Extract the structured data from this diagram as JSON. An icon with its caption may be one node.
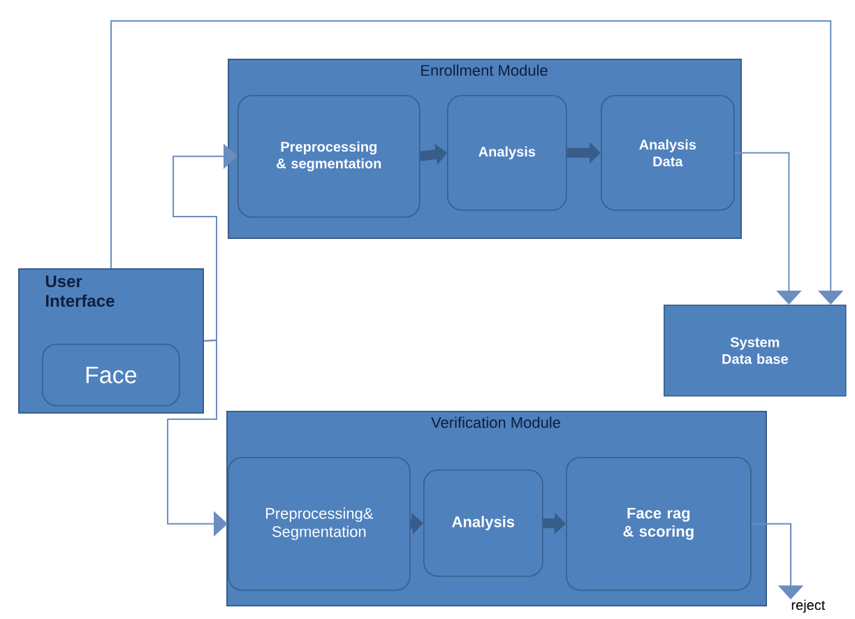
{
  "diagram": {
    "nodes": [
      {
        "text": [
          "User Interface"
        ]
      },
      {
        "text": [
          "Face"
        ],
        "in": 0
      },
      {
        "text": [
          "Enrollment Module"
        ]
      },
      {
        "text": [
          "Preprocessing & segmentation"
        ],
        "in": 2
      },
      {
        "text": [
          "Analysis"
        ],
        "in": 2
      },
      {
        "text": [
          "Analysis Data"
        ],
        "in": 2
      },
      {
        "text": [
          "System Data base"
        ]
      },
      {
        "text": [
          "Verification Module"
        ]
      },
      {
        "text": [
          "Preprocessing& Segmentation"
        ],
        "in": 7
      },
      {
        "text": [
          "Analysis"
        ],
        "in": 7
      },
      {
        "text": [
          "Face rag & scoring"
        ],
        "in": 7
      },
      {
        "text": [
          "reject"
        ]
      }
    ],
    "edges": [
      {
        "from": 0,
        "to": 3,
        "arrow": "to"
      },
      {
        "from": 0,
        "to": 8,
        "arrow": "to"
      },
      {
        "from": 3,
        "to": 4,
        "arrow": "to",
        "style": "thick"
      },
      {
        "from": 4,
        "to": 5,
        "arrow": "to",
        "style": "thick"
      },
      {
        "from": 5,
        "to": 6,
        "arrow": "to"
      },
      {
        "from": 0,
        "to": 6,
        "arrow": "to"
      },
      {
        "from": 8,
        "to": 9,
        "arrow": "to",
        "style": "thick"
      },
      {
        "from": 9,
        "to": 10,
        "arrow": "to",
        "style": "thick"
      },
      {
        "from": 10,
        "to": 11,
        "arrow": "to"
      }
    ]
  }
}
